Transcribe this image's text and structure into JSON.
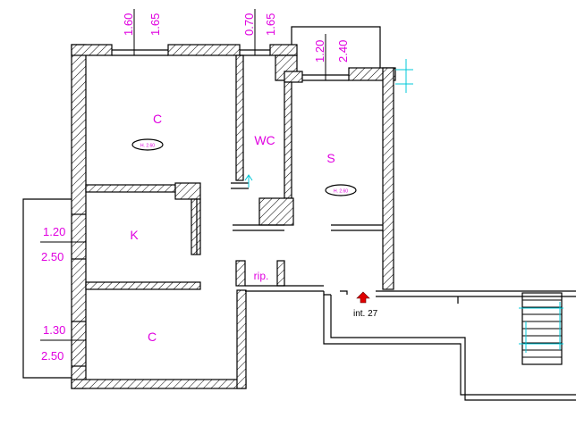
{
  "rooms": {
    "c_top": "C",
    "wc": "WC",
    "s": "S",
    "k": "K",
    "c_bottom": "C",
    "rip": "rip."
  },
  "heights": {
    "c_top": "H. 2.60",
    "s": "H. 2.60"
  },
  "entrance": "int. 27",
  "windows": {
    "w1_width": "1.60",
    "w1_height": "1.65",
    "w2_width": "0.70",
    "w2_height": "1.65",
    "w3_width": "1.20",
    "w3_height": "2.40",
    "w4_width": "1.20",
    "w4_height": "2.50",
    "w5_width": "1.30",
    "w5_height": "2.50"
  },
  "colors": {
    "walls": "#000000",
    "labels": "#e000e0",
    "annotations": "#00c8d8",
    "arrow": "#e00000"
  }
}
